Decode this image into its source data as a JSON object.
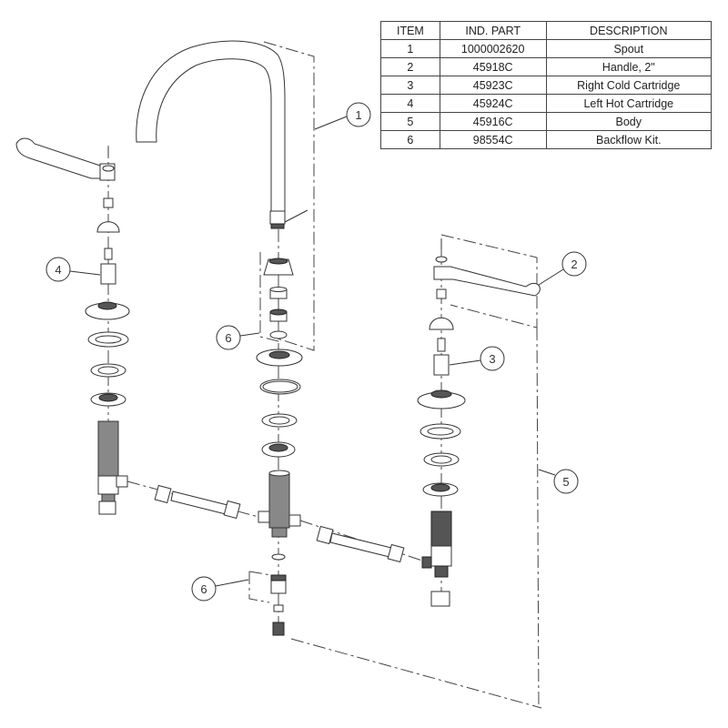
{
  "parts_table": {
    "headers": [
      "ITEM",
      "IND. PART",
      "DESCRIPTION"
    ],
    "rows": [
      {
        "item": "1",
        "part": "1000002620",
        "description": "Spout"
      },
      {
        "item": "2",
        "part": "45918C",
        "description": "Handle, 2\""
      },
      {
        "item": "3",
        "part": "45923C",
        "description": "Right Cold Cartridge"
      },
      {
        "item": "4",
        "part": "45924C",
        "description": "Left Hot Cartridge"
      },
      {
        "item": "5",
        "part": "45916C",
        "description": "Body"
      },
      {
        "item": "6",
        "part": "98554C",
        "description": "Backflow Kit."
      }
    ]
  },
  "callouts": [
    {
      "id": "callout-1",
      "label": "1"
    },
    {
      "id": "callout-2",
      "label": "2"
    },
    {
      "id": "callout-3",
      "label": "3"
    },
    {
      "id": "callout-4",
      "label": "4"
    },
    {
      "id": "callout-5",
      "label": "5"
    },
    {
      "id": "callout-6-upper",
      "label": "6"
    },
    {
      "id": "callout-6-lower",
      "label": "6"
    }
  ]
}
